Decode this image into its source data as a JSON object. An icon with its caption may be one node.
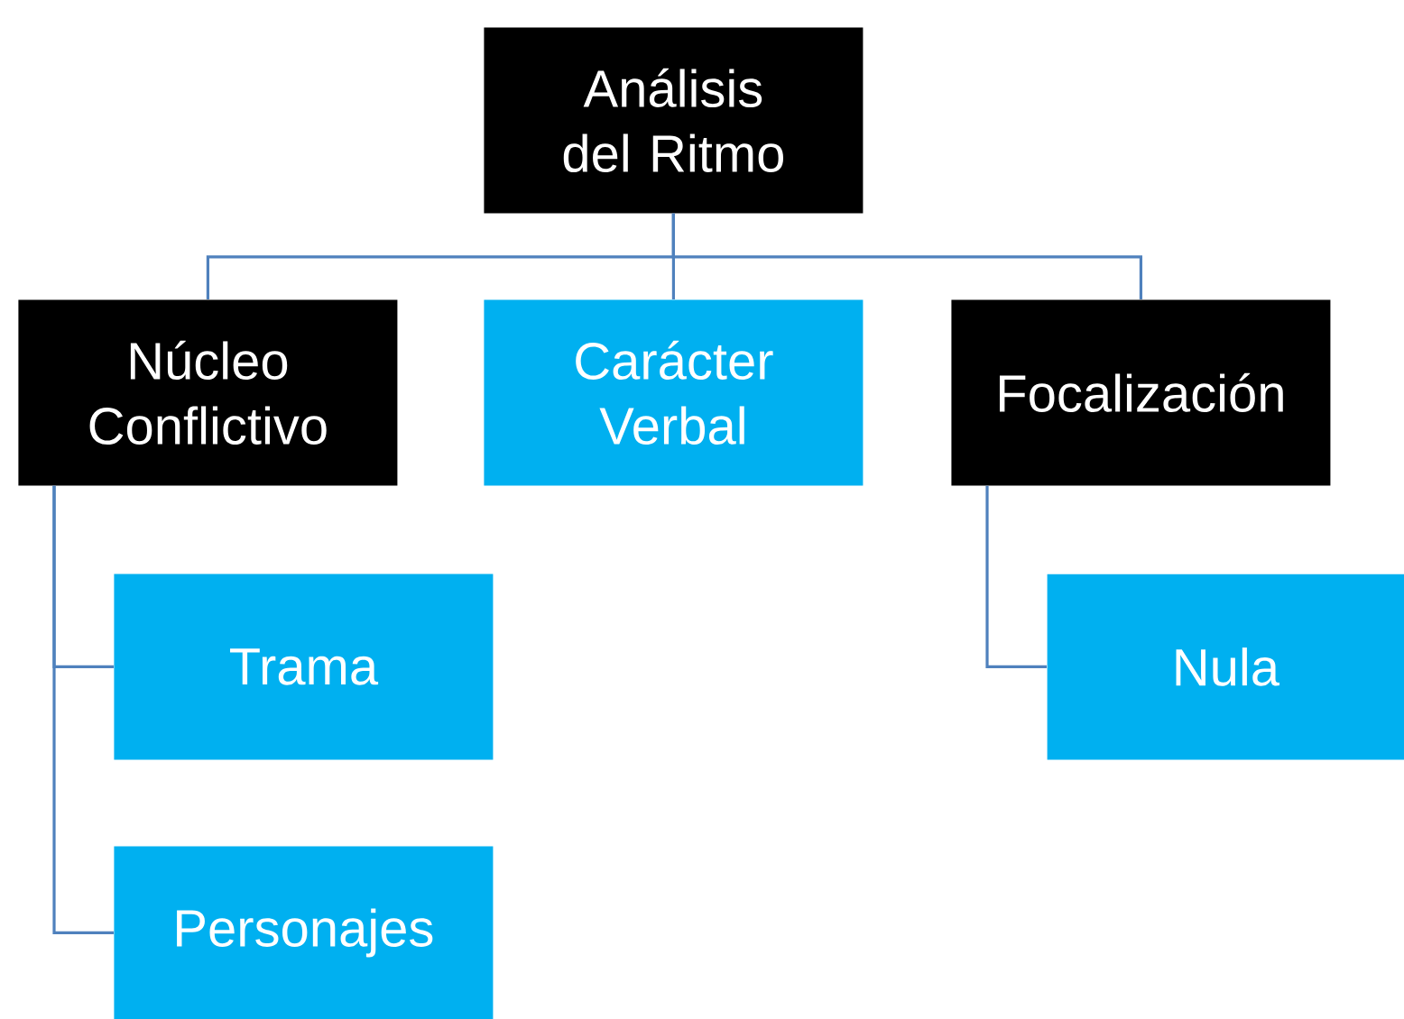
{
  "diagram": {
    "nodes": [
      {
        "text": [
          "Análisis del Ritmo"
        ]
      },
      {
        "text": [
          "Núcleo Conflictivo"
        ]
      },
      {
        "text": [
          "Carácter Verbal"
        ]
      },
      {
        "text": [
          "Focalización"
        ]
      },
      {
        "text": [
          "Trama"
        ]
      },
      {
        "text": [
          "Personajes"
        ]
      },
      {
        "text": [
          "Nula"
        ]
      }
    ],
    "edges": [
      {
        "from": 0,
        "to": 1,
        "arrow": "none"
      },
      {
        "from": 0,
        "to": 2,
        "arrow": "none"
      },
      {
        "from": 0,
        "to": 3,
        "arrow": "none"
      },
      {
        "from": 1,
        "to": 4,
        "arrow": "none"
      },
      {
        "from": 1,
        "to": 5,
        "arrow": "none"
      },
      {
        "from": 3,
        "to": 6,
        "arrow": "none"
      }
    ]
  }
}
